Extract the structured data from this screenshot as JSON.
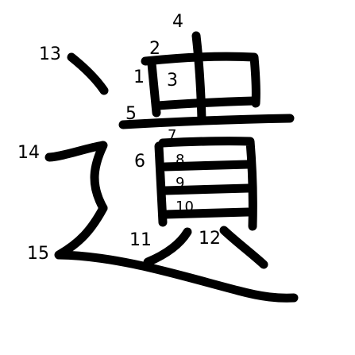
{
  "character": "遺",
  "stroke_color": "#000000",
  "background_color": "#ffffff",
  "stroke_numbers": [
    {
      "id": "s1",
      "label": "1"
    },
    {
      "id": "s2",
      "label": "2"
    },
    {
      "id": "s3",
      "label": "3"
    },
    {
      "id": "s4",
      "label": "4"
    },
    {
      "id": "s5",
      "label": "5"
    },
    {
      "id": "s6",
      "label": "6"
    },
    {
      "id": "s7",
      "label": "7"
    },
    {
      "id": "s8",
      "label": "8"
    },
    {
      "id": "s9",
      "label": "9"
    },
    {
      "id": "s10",
      "label": "10"
    },
    {
      "id": "s11",
      "label": "11"
    },
    {
      "id": "s12",
      "label": "12"
    },
    {
      "id": "s13",
      "label": "13"
    },
    {
      "id": "s14",
      "label": "14"
    },
    {
      "id": "s15",
      "label": "15"
    }
  ]
}
